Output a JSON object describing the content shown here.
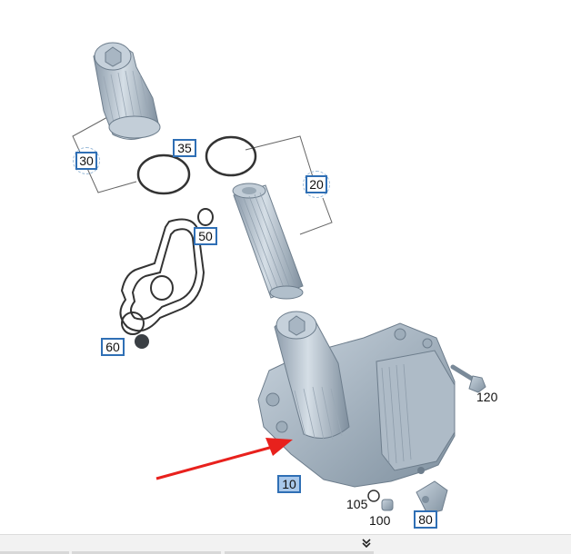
{
  "callouts": {
    "c10": "10",
    "c20": "20",
    "c30": "30",
    "c35": "35",
    "c50": "50",
    "c60": "60",
    "c80": "80",
    "c100": "100",
    "c105": "105",
    "c120": "120"
  },
  "colors": {
    "part": "#b9c6d2",
    "part_dark": "#8e9eac",
    "box_border": "#2f6fb5",
    "arrow": "#e8211d"
  },
  "toolbar": {
    "expand_icon": "double-chevron-down-icon"
  }
}
